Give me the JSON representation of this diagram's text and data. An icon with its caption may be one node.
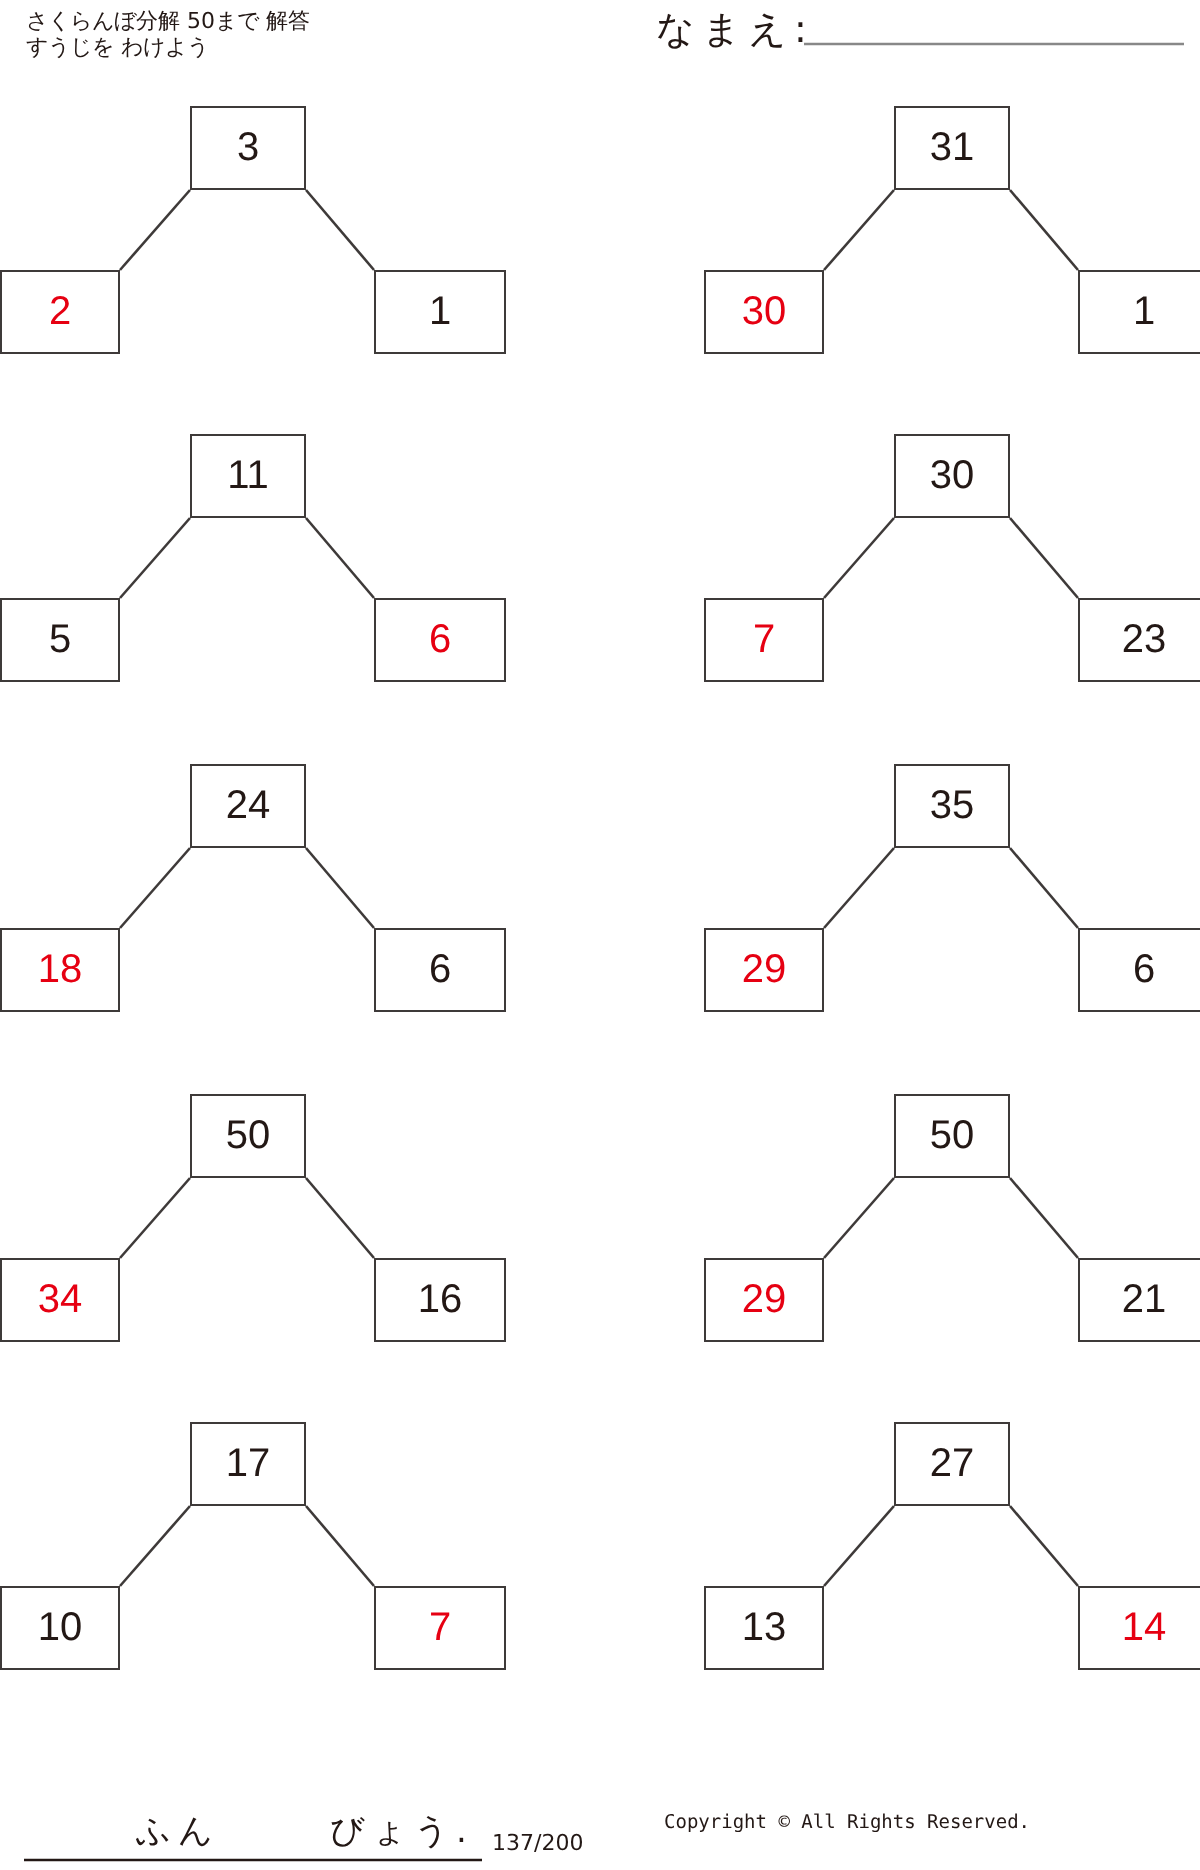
{
  "diagram": {
    "title": "さくらんぼ分解 50まで 解答",
    "nodes": [
      {
        "text": [
          "3"
        ]
      },
      {
        "text": [
          "2"
        ]
      },
      {
        "text": [
          "1"
        ]
      },
      {
        "text": [
          "31"
        ]
      },
      {
        "text": [
          "30"
        ]
      },
      {
        "text": [
          "1"
        ]
      },
      {
        "text": [
          "11"
        ]
      },
      {
        "text": [
          "5"
        ]
      },
      {
        "text": [
          "6"
        ]
      },
      {
        "text": [
          "30"
        ]
      },
      {
        "text": [
          "7"
        ]
      },
      {
        "text": [
          "23"
        ]
      },
      {
        "text": [
          "24"
        ]
      },
      {
        "text": [
          "18"
        ]
      },
      {
        "text": [
          "6"
        ]
      },
      {
        "text": [
          "35"
        ]
      },
      {
        "text": [
          "29"
        ]
      },
      {
        "text": [
          "6"
        ]
      },
      {
        "text": [
          "50"
        ]
      },
      {
        "text": [
          "34"
        ]
      },
      {
        "text": [
          "16"
        ]
      },
      {
        "text": [
          "50"
        ]
      },
      {
        "text": [
          "29"
        ]
      },
      {
        "text": [
          "21"
        ]
      },
      {
        "text": [
          "17"
        ]
      },
      {
        "text": [
          "10"
        ]
      },
      {
        "text": [
          "7"
        ]
      },
      {
        "text": [
          "27"
        ]
      },
      {
        "text": [
          "13"
        ]
      },
      {
        "text": [
          "14"
        ]
      }
    ],
    "edges": [
      {
        "from": 0,
        "to": 1,
        "arrow": "none"
      },
      {
        "from": 0,
        "to": 2,
        "arrow": "none"
      },
      {
        "from": 3,
        "to": 4,
        "arrow": "none"
      },
      {
        "from": 3,
        "to": 5,
        "arrow": "none"
      },
      {
        "from": 6,
        "to": 7,
        "arrow": "none"
      },
      {
        "from": 6,
        "to": 8,
        "arrow": "none"
      },
      {
        "from": 9,
        "to": 10,
        "arrow": "none"
      },
      {
        "from": 9,
        "to": 11,
        "arrow": "none"
      },
      {
        "from": 12,
        "to": 13,
        "arrow": "none"
      },
      {
        "from": 12,
        "to": 14,
        "arrow": "none"
      },
      {
        "from": 15,
        "to": 16,
        "arrow": "none"
      },
      {
        "from": 15,
        "to": 17,
        "arrow": "none"
      },
      {
        "from": 18,
        "to": 19,
        "arrow": "none"
      },
      {
        "from": 18,
        "to": 20,
        "arrow": "none"
      },
      {
        "from": 21,
        "to": 22,
        "arrow": "none"
      },
      {
        "from": 21,
        "to": 23,
        "arrow": "none"
      },
      {
        "from": 24,
        "to": 25,
        "arrow": "none"
      },
      {
        "from": 24,
        "to": 26,
        "arrow": "none"
      },
      {
        "from": 27,
        "to": 28,
        "arrow": "none"
      },
      {
        "from": 27,
        "to": 29,
        "arrow": "none"
      }
    ],
    "labels": [
      "すうじを わけよう",
      "なまえ:",
      "ふん",
      "びょう.",
      "137/200",
      "Copyright © All Rights Reserved."
    ]
  }
}
